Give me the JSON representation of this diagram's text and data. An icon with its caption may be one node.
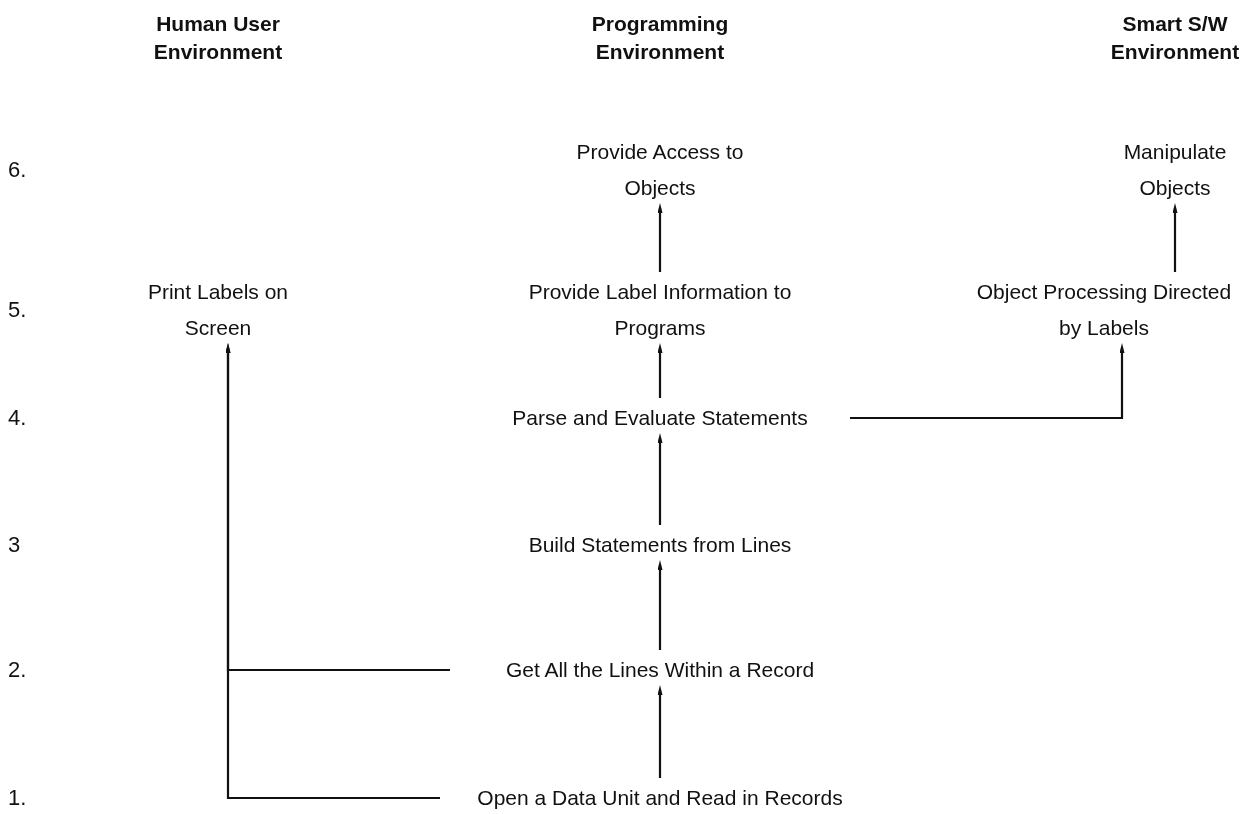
{
  "diagram": {
    "nodes": [
      {
        "text": [
          "Open a Data Unit and Read in Records"
        ]
      },
      {
        "text": [
          "Get All the Lines Within a Record"
        ]
      },
      {
        "text": [
          "Build Statements from Lines"
        ]
      },
      {
        "text": [
          "Parse and Evaluate Statements"
        ]
      },
      {
        "text": [
          "Provide Label Information to Programs"
        ]
      },
      {
        "text": [
          "Provide Access to Objects"
        ]
      },
      {
        "text": [
          "Print Labels on Screen"
        ]
      },
      {
        "text": [
          "Object Processing Directed by Labels"
        ]
      },
      {
        "text": [
          "Manipulate Objects"
        ]
      }
    ],
    "edges": [
      {
        "from": 0,
        "to": 1,
        "arrow": "to"
      },
      {
        "from": 1,
        "to": 2,
        "arrow": "to"
      },
      {
        "from": 2,
        "to": 3,
        "arrow": "to"
      },
      {
        "from": 3,
        "to": 4,
        "arrow": "to"
      },
      {
        "from": 4,
        "to": 5,
        "arrow": "to"
      },
      {
        "from": 0,
        "to": 6,
        "arrow": "to"
      },
      {
        "from": 1,
        "to": 6,
        "arrow": "to"
      },
      {
        "from": 3,
        "to": 7,
        "arrow": "to"
      },
      {
        "from": 7,
        "to": 8,
        "arrow": "to"
      }
    ],
    "labels": [
      "Human User Environment",
      "Programming Environment",
      "Smart S/W Environment",
      "6.",
      "5.",
      "4.",
      "3",
      "2.",
      "1."
    ]
  }
}
